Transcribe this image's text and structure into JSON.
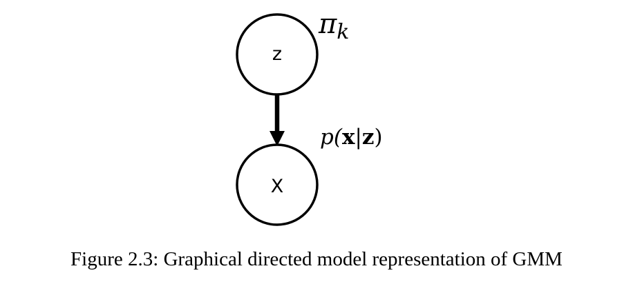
{
  "diagram": {
    "nodes": [
      {
        "id": "z",
        "label": "z"
      },
      {
        "id": "x",
        "label": "X"
      }
    ],
    "edges": [
      {
        "from": "z",
        "to": "x",
        "directed": true
      }
    ],
    "annotations": {
      "prior": {
        "symbol": "π",
        "subscript": "k"
      },
      "likelihood": {
        "prefix": "p(",
        "var1": "x",
        "bar": "|",
        "var2": "z",
        "suffix": ")"
      }
    }
  },
  "caption": "Figure 2.3: Graphical directed model representation of GMM"
}
